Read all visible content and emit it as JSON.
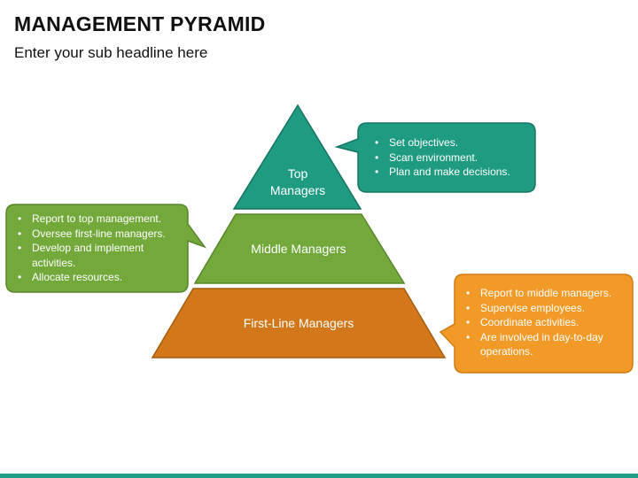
{
  "page": {
    "title": "MANAGEMENT PYRAMID",
    "subtitle": "Enter your sub headline here"
  },
  "colors": {
    "top": "#1e9b80",
    "top_stroke": "#157561",
    "middle": "#73a83a",
    "middle_stroke": "#58862a",
    "bottom": "#d2781a",
    "bottom_stroke": "#a65c0e",
    "orange_callout": "#f29a27",
    "orange_stroke": "#cf7a12",
    "footer": "#1f9e86"
  },
  "pyramid": {
    "top_label_line1": "Top",
    "top_label_line2": "Managers",
    "middle_label": "Middle Managers",
    "bottom_label": "First-Line Managers"
  },
  "callouts": {
    "top": {
      "items": [
        "Set objectives.",
        "Scan environment.",
        "Plan and make decisions."
      ]
    },
    "middle": {
      "items": [
        "Report to top management.",
        "Oversee first-line managers.",
        "Develop and implement activities.",
        "Allocate resources."
      ]
    },
    "bottom": {
      "items": [
        "Report to middle managers.",
        "Supervise employees.",
        "Coordinate activities.",
        "Are involved in day-to-day operations."
      ]
    }
  }
}
